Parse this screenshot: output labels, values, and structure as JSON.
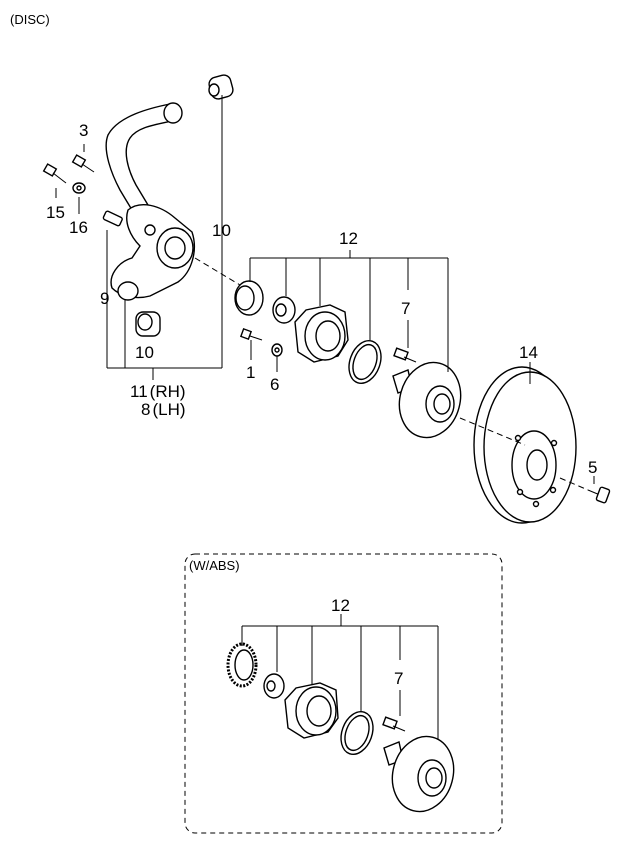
{
  "header": {
    "title": "(DISC)"
  },
  "inset": {
    "title": "(W/ABS)"
  },
  "callouts": {
    "c1": "1",
    "c3": "3",
    "c5": "5",
    "c6": "6",
    "c7": "7",
    "c9": "9",
    "c10_top": "10",
    "c10_bottom": "10",
    "c11": "11",
    "c11_suffix": "(RH)",
    "c8": "8",
    "c8_suffix": "(LH)",
    "c12": "12",
    "c14": "14",
    "c15": "15",
    "c16": "16",
    "inset_c12": "12",
    "inset_c7": "7"
  }
}
